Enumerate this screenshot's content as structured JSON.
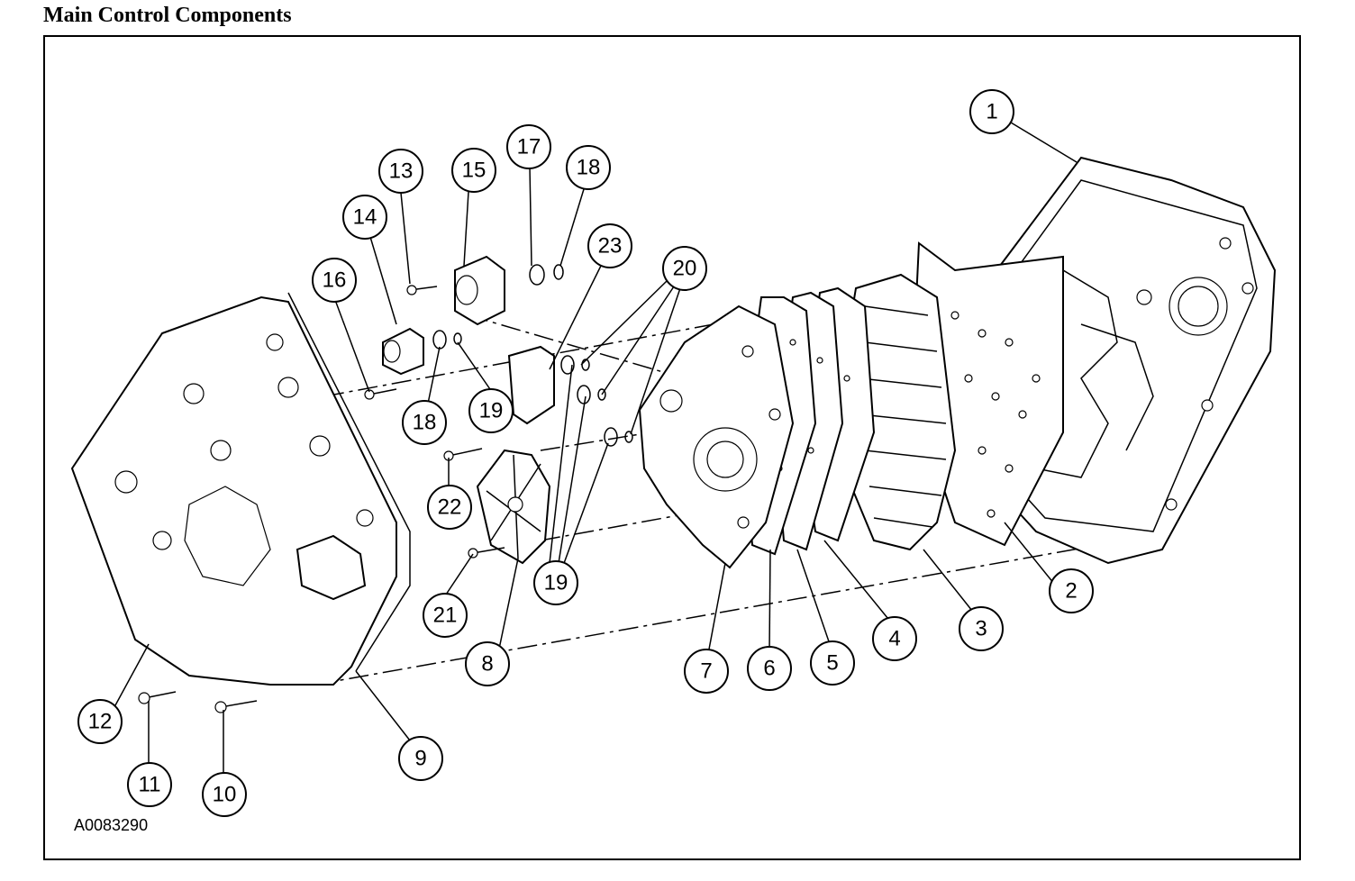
{
  "title": "Main Control Components",
  "figure_id": "A0083290",
  "callouts": {
    "c1": "1",
    "c2": "2",
    "c3": "3",
    "c4": "4",
    "c5": "5",
    "c6": "6",
    "c7": "7",
    "c8": "8",
    "c9": "9",
    "c10": "10",
    "c11": "11",
    "c12": "12",
    "c13": "13",
    "c14": "14",
    "c15": "15",
    "c16": "16",
    "c17": "17",
    "c18a": "18",
    "c18b": "18",
    "c19a": "19",
    "c19b": "19",
    "c20": "20",
    "c21": "21",
    "c22": "22",
    "c23": "23"
  }
}
